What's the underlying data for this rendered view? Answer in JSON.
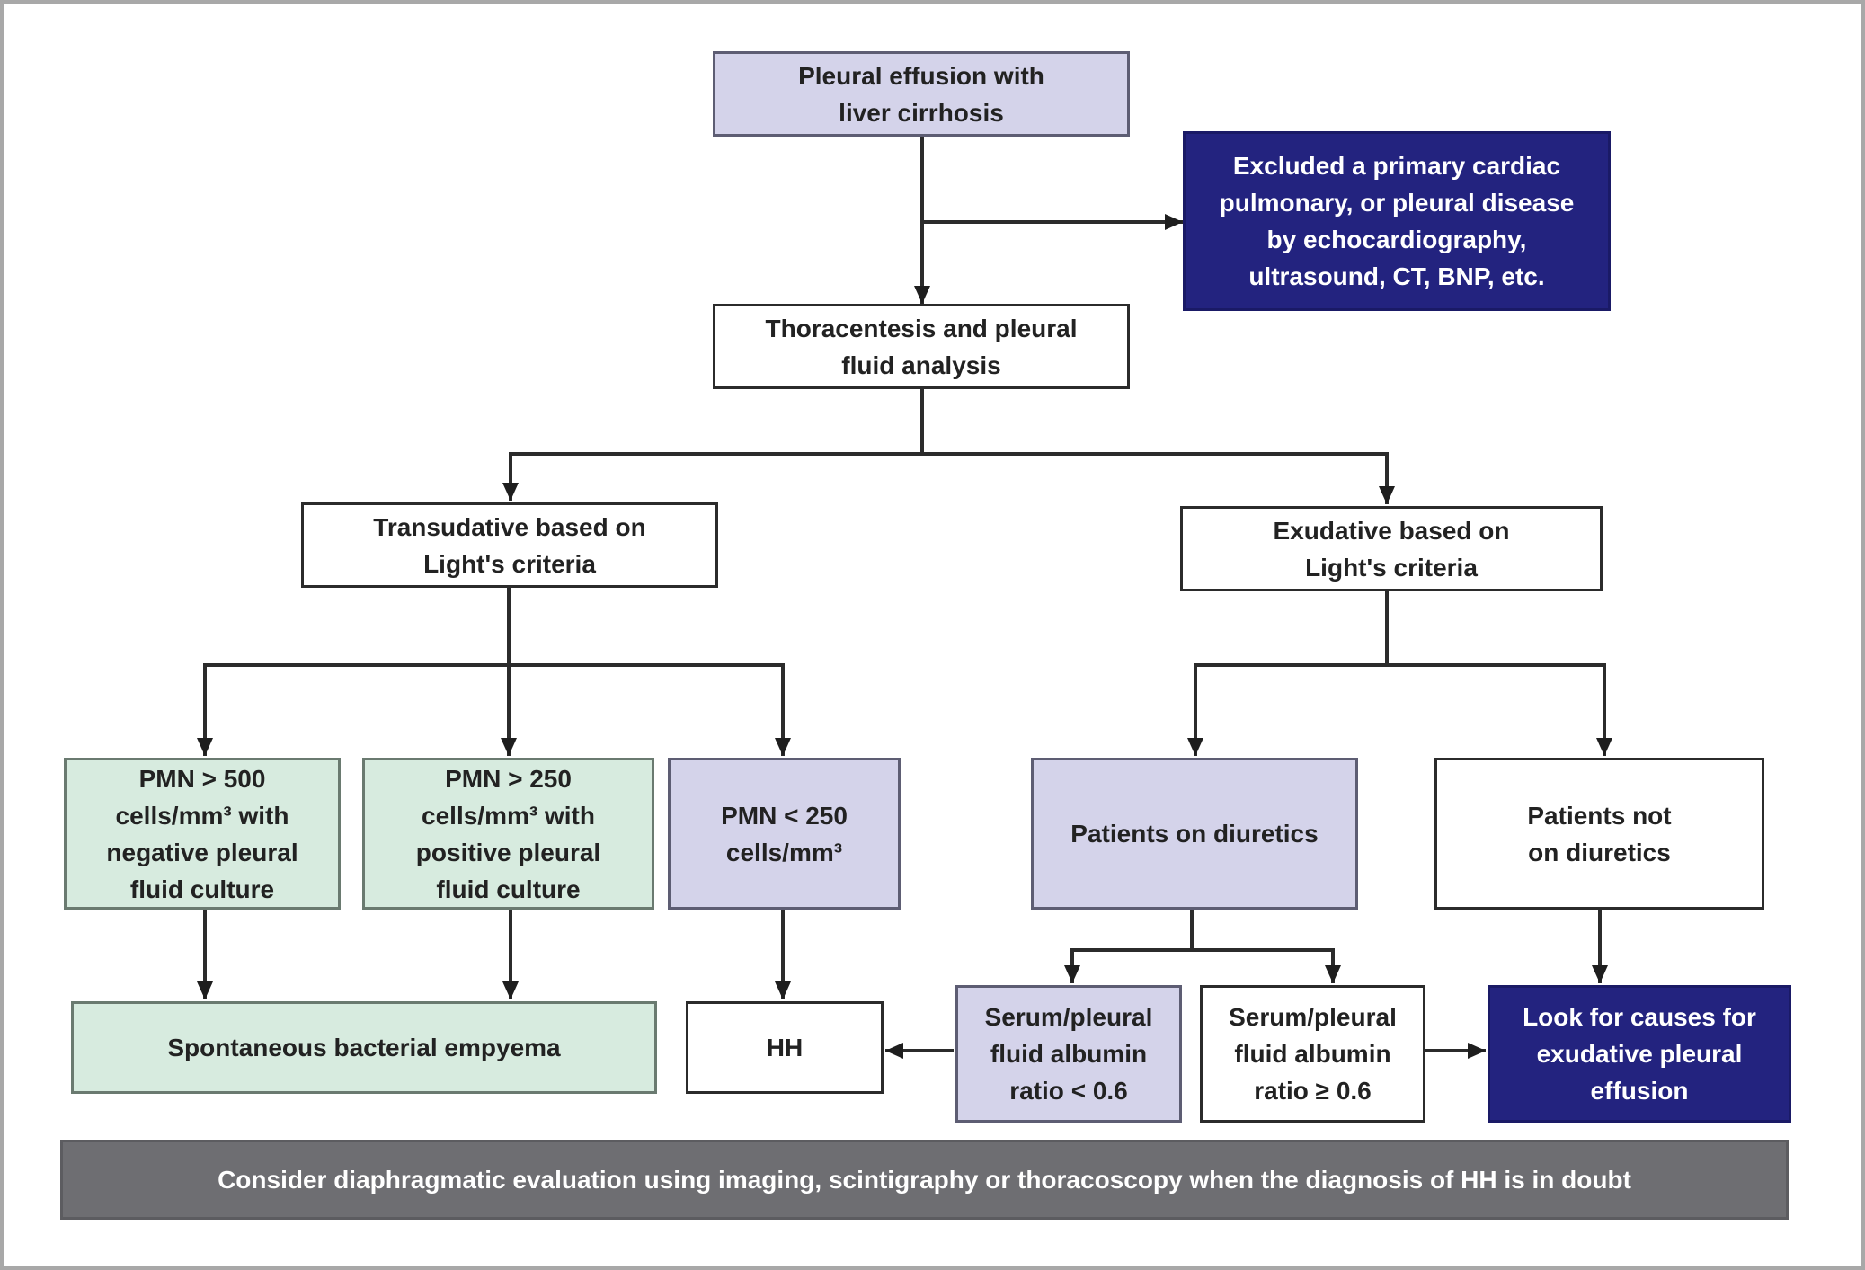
{
  "nodes": {
    "start": "Pleural effusion with\nliver cirrhosis",
    "excluded": "Excluded a primary cardiac\npulmonary, or pleural disease\nby echocardiography,\nultrasound, CT, BNP, etc.",
    "thoracentesis": "Thoracentesis and pleural\nfluid analysis",
    "transudative": "Transudative based on\nLight's criteria",
    "exudative": "Exudative based on\nLight's criteria",
    "pmn500": "PMN > 500\ncells/mm³ with\nnegative pleural\nfluid culture",
    "pmn250pos": "PMN > 250\ncells/mm³ with\npositive pleural\nfluid culture",
    "pmn250lt": "PMN < 250\ncells/mm³",
    "diuretics": "Patients on diuretics",
    "no_diuretics": "Patients not\non diuretics",
    "sbe": "Spontaneous bacterial empyema",
    "hh": "HH",
    "ratio_lt": "Serum/pleural\nfluid albumin\nratio < 0.6",
    "ratio_ge": "Serum/pleural\nfluid albumin\nratio ≥ 0.6",
    "look_causes": "Look for causes for\nexudative pleural\neffusion"
  },
  "note": "Consider diaphragmatic evaluation using imaging, scintigraphy or thoracoscopy when the diagnosis of HH is in doubt",
  "colors": {
    "lavender": "#d4d3ea",
    "green": "#d7ebdf",
    "navy": "#23237f",
    "note_gray": "#6e6e72",
    "line": "#2b2b2b"
  }
}
